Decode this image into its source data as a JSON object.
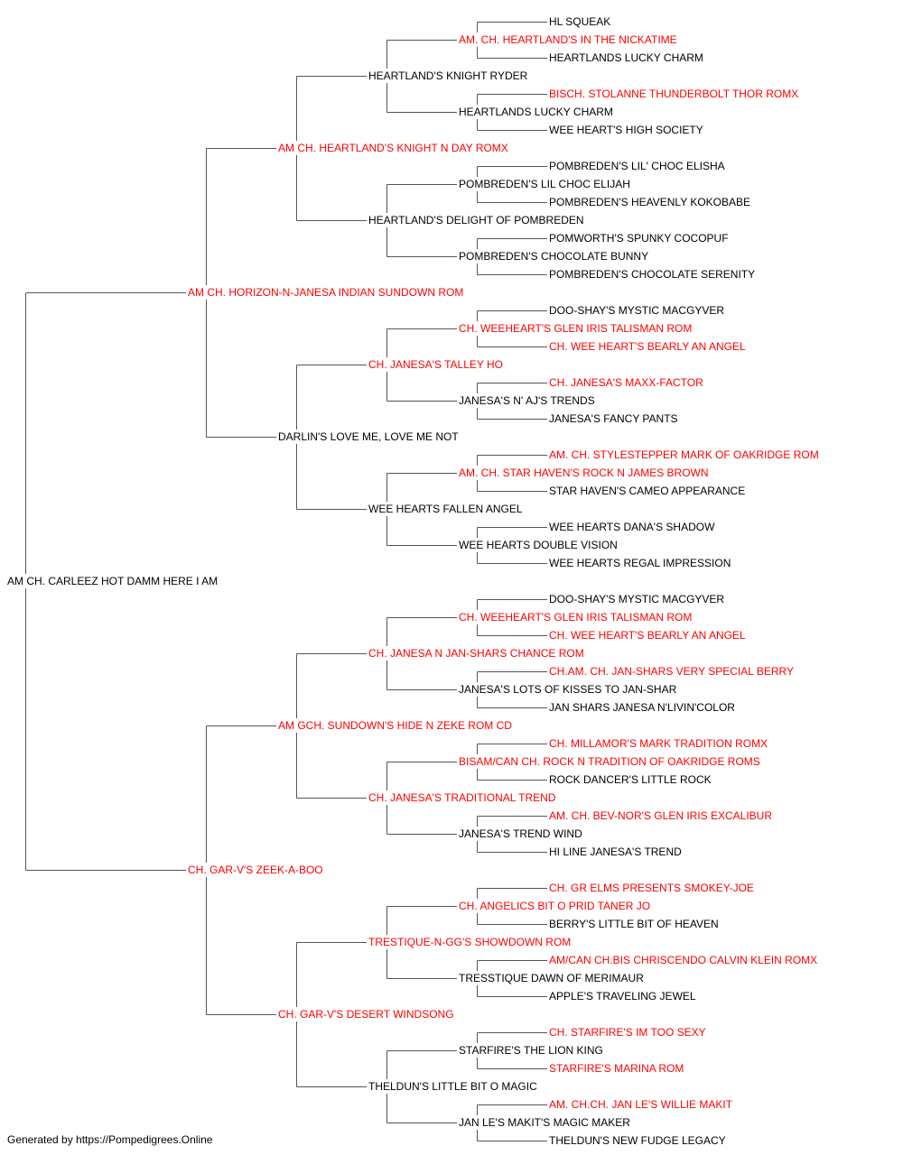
{
  "colors": {
    "champion": "#ff0000",
    "normal": "#000000",
    "line": "#555555",
    "background": "#ffffff"
  },
  "footer": "Generated by https://Pompedigrees.Online",
  "pedigree": {
    "name": "AM CH. CARLEEZ HOT DAMM HERE I AM",
    "champion": false,
    "sire": {
      "name": "AM CH. HORIZON-N-JANESA INDIAN SUNDOWN ROM",
      "champion": true,
      "sire": {
        "name": "AM CH. HEARTLAND'S KNIGHT N DAY ROMX",
        "champion": true,
        "sire": {
          "name": "HEARTLAND'S KNIGHT RYDER",
          "champion": false,
          "sire": {
            "name": "AM. CH. HEARTLAND'S IN THE NICKATIME",
            "champion": true,
            "sire": {
              "name": "HL SQUEAK",
              "champion": false
            },
            "dam": {
              "name": "HEARTLANDS LUCKY CHARM",
              "champion": false
            }
          },
          "dam": {
            "name": "HEARTLANDS LUCKY CHARM",
            "champion": false,
            "sire": {
              "name": "BISCH. STOLANNE THUNDERBOLT THOR ROMX",
              "champion": true
            },
            "dam": {
              "name": "WEE HEART'S HIGH SOCIETY",
              "champion": false
            }
          }
        },
        "dam": {
          "name": "HEARTLAND'S DELIGHT OF POMBREDEN",
          "champion": false,
          "sire": {
            "name": "POMBREDEN'S LIL CHOC ELIJAH",
            "champion": false,
            "sire": {
              "name": "POMBREDEN'S LIL' CHOC ELISHA",
              "champion": false
            },
            "dam": {
              "name": "POMBREDEN'S HEAVENLY KOKOBABE",
              "champion": false
            }
          },
          "dam": {
            "name": "POMBREDEN'S CHOCOLATE BUNNY",
            "champion": false,
            "sire": {
              "name": "POMWORTH'S SPUNKY COCOPUF",
              "champion": false
            },
            "dam": {
              "name": "POMBREDEN'S CHOCOLATE SERENITY",
              "champion": false
            }
          }
        }
      },
      "dam": {
        "name": "DARLIN'S LOVE ME, LOVE ME NOT",
        "champion": false,
        "sire": {
          "name": "CH. JANESA'S TALLEY HO",
          "champion": true,
          "sire": {
            "name": "CH. WEEHEART'S GLEN IRIS TALISMAN ROM",
            "champion": true,
            "sire": {
              "name": "DOO-SHAY'S MYSTIC MACGYVER",
              "champion": false
            },
            "dam": {
              "name": "CH. WEE HEART'S BEARLY AN ANGEL",
              "champion": true
            }
          },
          "dam": {
            "name": "JANESA'S N' AJ'S TRENDS",
            "champion": false,
            "sire": {
              "name": "CH. JANESA'S MAXX-FACTOR",
              "champion": true
            },
            "dam": {
              "name": "JANESA'S FANCY PANTS",
              "champion": false
            }
          }
        },
        "dam": {
          "name": "WEE HEARTS FALLEN ANGEL",
          "champion": false,
          "sire": {
            "name": "AM. CH. STAR HAVEN'S ROCK N JAMES BROWN",
            "champion": true,
            "sire": {
              "name": "AM. CH. STYLESTEPPER MARK OF OAKRIDGE ROM",
              "champion": true
            },
            "dam": {
              "name": "STAR HAVEN'S CAMEO APPEARANCE",
              "champion": false
            }
          },
          "dam": {
            "name": "WEE HEARTS DOUBLE VISION",
            "champion": false,
            "sire": {
              "name": "WEE HEARTS DANA'S SHADOW",
              "champion": false
            },
            "dam": {
              "name": "WEE HEARTS REGAL IMPRESSION",
              "champion": false
            }
          }
        }
      }
    },
    "dam": {
      "name": "CH. GAR-V'S ZEEK-A-BOO",
      "champion": true,
      "sire": {
        "name": "AM GCH. SUNDOWN'S HIDE N ZEKE ROM CD",
        "champion": true,
        "sire": {
          "name": "CH. JANESA N JAN-SHARS CHANCE ROM",
          "champion": true,
          "sire": {
            "name": "CH. WEEHEART'S GLEN IRIS TALISMAN ROM",
            "champion": true,
            "sire": {
              "name": "DOO-SHAY'S MYSTIC MACGYVER",
              "champion": false
            },
            "dam": {
              "name": "CH. WEE HEART'S BEARLY AN ANGEL",
              "champion": true
            }
          },
          "dam": {
            "name": "JANESA'S LOTS OF KISSES TO JAN-SHAR",
            "champion": false,
            "sire": {
              "name": "CH.AM. CH. JAN-SHARS VERY SPECIAL BERRY",
              "champion": true
            },
            "dam": {
              "name": "JAN SHARS JANESA N'LIVIN'COLOR",
              "champion": false
            }
          }
        },
        "dam": {
          "name": "CH. JANESA'S TRADITIONAL TREND",
          "champion": true,
          "sire": {
            "name": "BISAM/CAN CH. ROCK N TRADITION OF OAKRIDGE ROMS",
            "champion": true,
            "sire": {
              "name": "CH. MILLAMOR'S MARK TRADITION ROMX",
              "champion": true
            },
            "dam": {
              "name": "ROCK DANCER'S LITTLE ROCK",
              "champion": false
            }
          },
          "dam": {
            "name": "JANESA'S TREND WIND",
            "champion": false,
            "sire": {
              "name": "AM. CH. BEV-NOR'S GLEN IRIS EXCALIBUR",
              "champion": true
            },
            "dam": {
              "name": "HI LINE JANESA'S TREND",
              "champion": false
            }
          }
        }
      },
      "dam": {
        "name": "CH. GAR-V'S DESERT WINDSONG",
        "champion": true,
        "sire": {
          "name": "TRESTIQUE-N-GG'S SHOWDOWN ROM",
          "champion": true,
          "sire": {
            "name": "CH. ANGELICS BIT O PRID TANER JO",
            "champion": true,
            "sire": {
              "name": "CH. GR ELMS PRESENTS SMOKEY-JOE",
              "champion": true
            },
            "dam": {
              "name": "BERRY'S LITTLE BIT OF HEAVEN",
              "champion": false
            }
          },
          "dam": {
            "name": "TRESSTIQUE DAWN OF MERIMAUR",
            "champion": false,
            "sire": {
              "name": "AM/CAN CH.BIS CHRISCENDO CALVIN KLEIN ROMX",
              "champion": true
            },
            "dam": {
              "name": "APPLE'S TRAVELING JEWEL",
              "champion": false
            }
          }
        },
        "dam": {
          "name": "THELDUN'S LITTLE BIT O MAGIC",
          "champion": false,
          "sire": {
            "name": "STARFIRE'S THE LION KING",
            "champion": false,
            "sire": {
              "name": "CH. STARFIRE'S IM TOO SEXY",
              "champion": true
            },
            "dam": {
              "name": "STARFIRE'S MARINA ROM",
              "champion": true
            }
          },
          "dam": {
            "name": "JAN LE'S MAKIT'S MAGIC MAKER",
            "champion": false,
            "sire": {
              "name": "AM. CH.CH. JAN LE'S WILLIE MAKIT",
              "champion": true
            },
            "dam": {
              "name": "THELDUN'S NEW FUDGE LEGACY",
              "champion": false
            }
          }
        }
      }
    }
  }
}
